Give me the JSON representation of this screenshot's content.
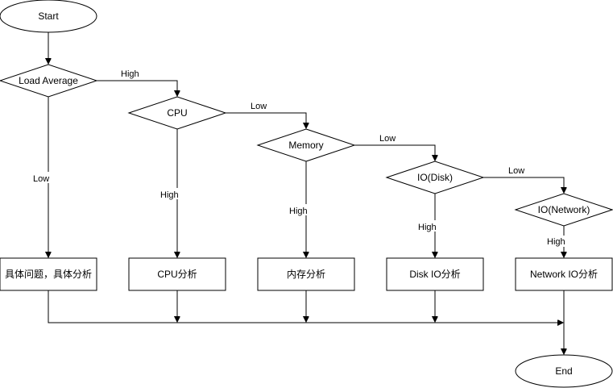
{
  "nodes": {
    "start": "Start",
    "load_average": "Load Average",
    "cpu": "CPU",
    "memory": "Memory",
    "io_disk": "IO(Disk)",
    "io_network": "IO(Network)",
    "specific_analysis": "具体问题，具体分析",
    "cpu_analysis": "CPU分析",
    "memory_analysis": "内存分析",
    "disk_io_analysis": "Disk IO分析",
    "network_io_analysis": "Network IO分析",
    "end": "End"
  },
  "edges": {
    "load_high": "High",
    "load_low": "Low",
    "cpu_low": "Low",
    "cpu_high": "High",
    "memory_low": "Low",
    "memory_high": "High",
    "disk_low": "Low",
    "disk_high": "High",
    "network_high": "High"
  }
}
